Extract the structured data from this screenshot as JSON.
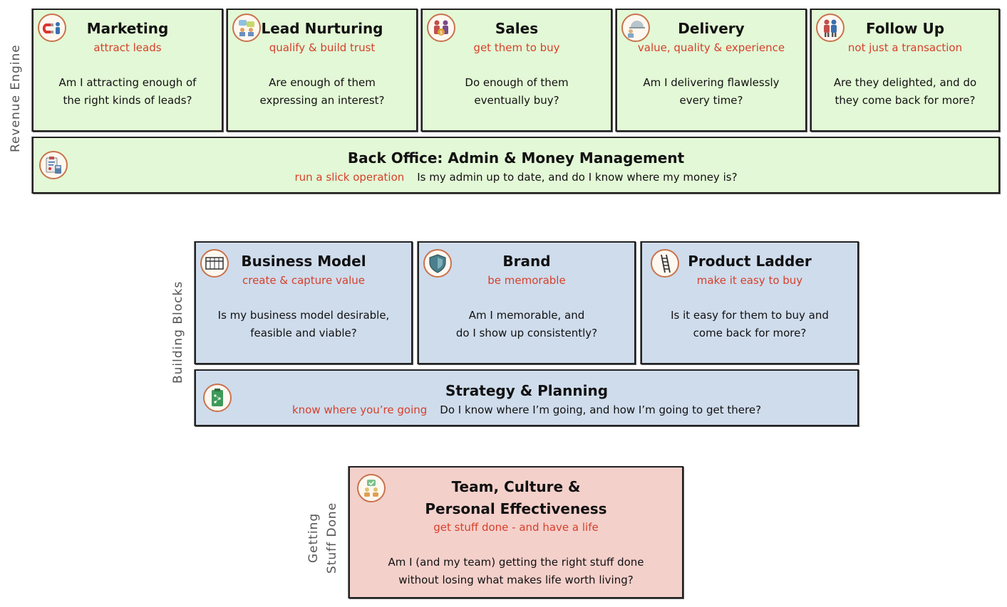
{
  "sections": {
    "revenue_engine": "Revenue Engine",
    "building_blocks": "Building Blocks",
    "getting_stuff_done": [
      "Getting",
      "Stuff Done"
    ]
  },
  "revenue_cards": [
    {
      "title": "Marketing",
      "subtitle": "attract leads",
      "question": [
        "Am I attracting enough of",
        "the right kinds of leads?"
      ],
      "icon": "magnet-icon"
    },
    {
      "title": "Lead Nurturing",
      "subtitle": "qualify & build trust",
      "question": [
        "Are enough of them",
        "expressing an interest?"
      ],
      "icon": "conversation-icon"
    },
    {
      "title": "Sales",
      "subtitle": "get them to buy",
      "question": [
        "Do enough of them",
        "eventually buy?"
      ],
      "icon": "sales-people-icon"
    },
    {
      "title": "Delivery",
      "subtitle": "value, quality & experience",
      "question": [
        "Am I delivering flawlessly",
        "every time?"
      ],
      "icon": "delivery-tray-icon"
    },
    {
      "title": "Follow Up",
      "subtitle": "not just a transaction",
      "question": [
        "Are they delighted, and do",
        "they come back for more?"
      ],
      "icon": "people-icon"
    }
  ],
  "back_office": {
    "title": "Back Office: Admin & Money Management",
    "subtitle": "run a slick operation",
    "question": "Is my admin up to date, and do I know where my money is?",
    "icon": "clipboard-calculator-icon"
  },
  "building_cards": [
    {
      "title": "Business Model",
      "subtitle": "create & capture value",
      "question": [
        "Is my business model desirable,",
        "feasible and viable?"
      ],
      "icon": "building-grid-icon"
    },
    {
      "title": "Brand",
      "subtitle": "be memorable",
      "question": [
        "Am I memorable, and",
        "do I show up consistently?"
      ],
      "icon": "shield-icon"
    },
    {
      "title": "Product Ladder",
      "subtitle": "make it easy to buy",
      "question": [
        "Is it easy for them to buy and",
        "come back for more?"
      ],
      "icon": "ladder-icon"
    }
  ],
  "strategy": {
    "title": "Strategy & Planning",
    "subtitle": "know where you’re going",
    "question": "Do I know where I’m going, and how I’m going to get there?",
    "icon": "strategy-board-icon"
  },
  "team": {
    "title": [
      "Team, Culture &",
      "Personal Effectiveness"
    ],
    "subtitle": "get stuff done - and have a life",
    "question": [
      "Am I (and my team) getting the right stuff done",
      "without losing what makes life worth living?"
    ],
    "icon": "team-check-icon"
  },
  "colors": {
    "green": "#e3f8d6",
    "blue": "#cfdcec",
    "pink": "#f4d0cb",
    "accent": "#d6402a",
    "icon_ring": "#c8734d"
  }
}
